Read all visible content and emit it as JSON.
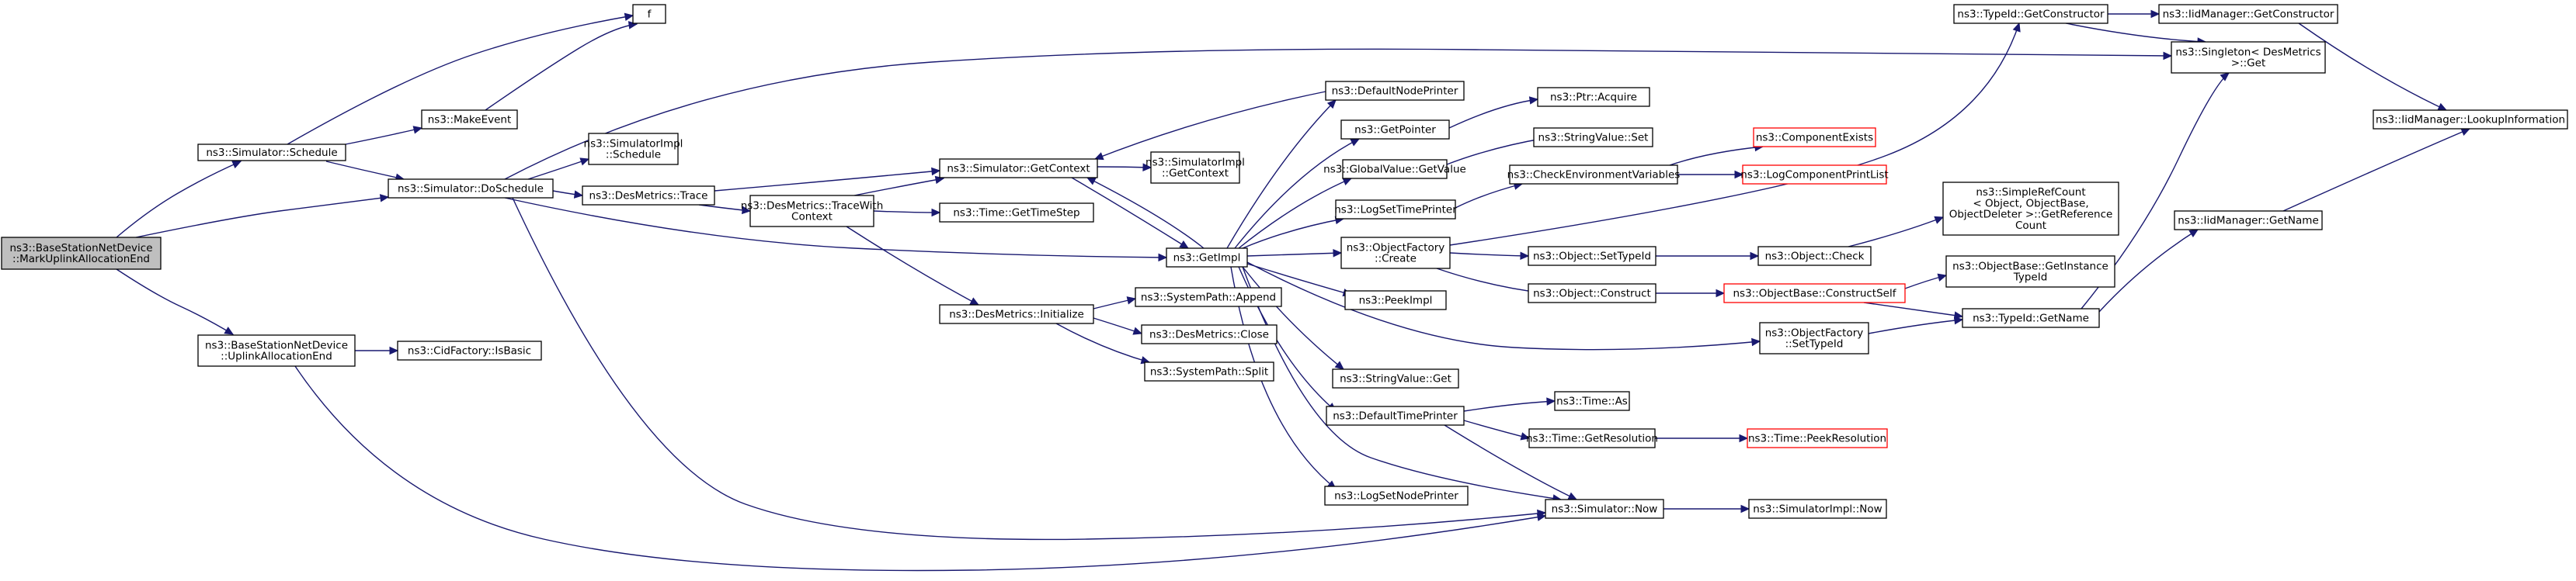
{
  "graph": {
    "nodes": [
      {
        "id": "root",
        "lines": [
          "ns3::BaseStationNetDevice",
          "::MarkUplinkAllocationEnd"
        ],
        "style": "root"
      },
      {
        "id": "schedule",
        "lines": [
          "ns3::Simulator::Schedule"
        ]
      },
      {
        "id": "ulend",
        "lines": [
          "ns3::BaseStationNetDevice",
          "::UplinkAllocationEnd"
        ]
      },
      {
        "id": "f",
        "lines": [
          "f"
        ]
      },
      {
        "id": "makeevent",
        "lines": [
          "ns3::MakeEvent"
        ]
      },
      {
        "id": "dosched",
        "lines": [
          "ns3::Simulator::DoSchedule"
        ]
      },
      {
        "id": "simimplsched",
        "lines": [
          "ns3::SimulatorImpl",
          "::Schedule"
        ]
      },
      {
        "id": "destrace",
        "lines": [
          "ns3::DesMetrics::Trace"
        ]
      },
      {
        "id": "destracectx",
        "lines": [
          "ns3::DesMetrics::TraceWith",
          "Context"
        ]
      },
      {
        "id": "getctx",
        "lines": [
          "ns3::Simulator::GetContext"
        ]
      },
      {
        "id": "simimplgetctx",
        "lines": [
          "ns3::SimulatorImpl",
          "::GetContext"
        ]
      },
      {
        "id": "gettimestep",
        "lines": [
          "ns3::Time::GetTimeStep"
        ]
      },
      {
        "id": "desinit",
        "lines": [
          "ns3::DesMetrics::Initialize"
        ]
      },
      {
        "id": "syspathappend",
        "lines": [
          "ns3::SystemPath::Append"
        ]
      },
      {
        "id": "desclose",
        "lines": [
          "ns3::DesMetrics::Close"
        ]
      },
      {
        "id": "syspathsplit",
        "lines": [
          "ns3::SystemPath::Split"
        ]
      },
      {
        "id": "cidisbasic",
        "lines": [
          "ns3::CidFactory::IsBasic"
        ]
      },
      {
        "id": "getimpl",
        "lines": [
          "ns3::GetImpl"
        ]
      },
      {
        "id": "defnodeprinter",
        "lines": [
          "ns3::DefaultNodePrinter"
        ]
      },
      {
        "id": "getpointer",
        "lines": [
          "ns3::GetPointer"
        ]
      },
      {
        "id": "ptracquire",
        "lines": [
          "ns3::Ptr::Acquire"
        ]
      },
      {
        "id": "gvgetvalue",
        "lines": [
          "ns3::GlobalValue::GetValue"
        ]
      },
      {
        "id": "strvalset",
        "lines": [
          "ns3::StringValue::Set"
        ]
      },
      {
        "id": "logsettimeprinter",
        "lines": [
          "ns3::LogSetTimePrinter"
        ]
      },
      {
        "id": "checkenv",
        "lines": [
          "ns3::CheckEnvironmentVariables"
        ]
      },
      {
        "id": "compexists",
        "lines": [
          "ns3::ComponentExists"
        ],
        "style": "red"
      },
      {
        "id": "logcompprintlist",
        "lines": [
          "ns3::LogComponentPrintList"
        ],
        "style": "red"
      },
      {
        "id": "objfactcreate",
        "lines": [
          "ns3::ObjectFactory",
          "::Create"
        ]
      },
      {
        "id": "objsettypeid",
        "lines": [
          "ns3::Object::SetTypeId"
        ]
      },
      {
        "id": "objcheck",
        "lines": [
          "ns3::Object::Check"
        ]
      },
      {
        "id": "simplerefcount",
        "lines": [
          "ns3::SimpleRefCount",
          "< Object, ObjectBase,",
          "ObjectDeleter >::GetReference",
          "Count"
        ]
      },
      {
        "id": "objconstruct",
        "lines": [
          "ns3::Object::Construct"
        ]
      },
      {
        "id": "objbaseconstructself",
        "lines": [
          "ns3::ObjectBase::ConstructSelf"
        ],
        "style": "red"
      },
      {
        "id": "objbasegetinst",
        "lines": [
          "ns3::ObjectBase::GetInstance",
          "TypeId"
        ]
      },
      {
        "id": "peekimpl",
        "lines": [
          "ns3::PeekImpl"
        ]
      },
      {
        "id": "objfactsettypeid",
        "lines": [
          "ns3::ObjectFactory",
          "::SetTypeId"
        ]
      },
      {
        "id": "typeidgetname",
        "lines": [
          "ns3::TypeId::GetName"
        ]
      },
      {
        "id": "strvalget",
        "lines": [
          "ns3::StringValue::Get"
        ]
      },
      {
        "id": "deftimeprinter",
        "lines": [
          "ns3::DefaultTimePrinter"
        ]
      },
      {
        "id": "timeas",
        "lines": [
          "ns3::Time::As"
        ]
      },
      {
        "id": "timegetres",
        "lines": [
          "ns3::Time::GetResolution"
        ]
      },
      {
        "id": "timepeekres",
        "lines": [
          "ns3::Time::PeekResolution"
        ],
        "style": "red"
      },
      {
        "id": "lognodeprinter",
        "lines": [
          "ns3::LogSetNodePrinter"
        ]
      },
      {
        "id": "simnow",
        "lines": [
          "ns3::Simulator::Now"
        ]
      },
      {
        "id": "simimplnow",
        "lines": [
          "ns3::SimulatorImpl::Now"
        ]
      },
      {
        "id": "typeidgetctor",
        "lines": [
          "ns3::TypeId::GetConstructor"
        ]
      },
      {
        "id": "iidgetctor",
        "lines": [
          "ns3::IidManager::GetConstructor"
        ]
      },
      {
        "id": "singleton",
        "lines": [
          "ns3::Singleton< DesMetrics",
          " >::Get"
        ]
      },
      {
        "id": "iidlookup",
        "lines": [
          "ns3::IidManager::LookupInformation"
        ]
      },
      {
        "id": "iidgetname",
        "lines": [
          "ns3::IidManager::GetName"
        ]
      }
    ]
  }
}
